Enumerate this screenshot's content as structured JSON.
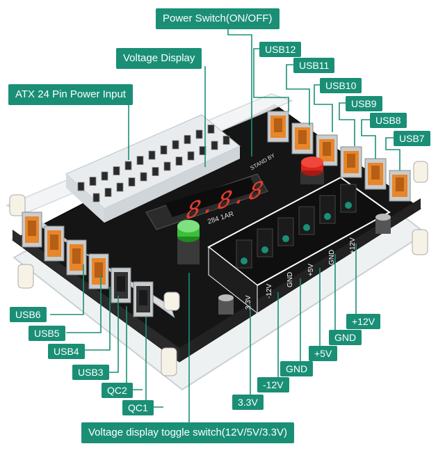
{
  "labels": {
    "power_switch": "Power Switch(ON/OFF)",
    "voltage_display": "Voltage  Display",
    "atx_input": "ATX 24 Pin Power Input",
    "usb12": "USB12",
    "usb11": "USB11",
    "usb10": "USB10",
    "usb9": "USB9",
    "usb8": "USB8",
    "usb7": "USB7",
    "usb6": "USB6",
    "usb5": "USB5",
    "usb4": "USB4",
    "usb3": "USB3",
    "qc2": "QC2",
    "qc1": "QC1",
    "v12": "+12V",
    "gnd_a": "GND",
    "v5": "+5V",
    "gnd_b": "GND",
    "vn12": "-12V",
    "v33": "3.3V",
    "toggle": "Voltage display toggle switch(12V/5V/3.3V)"
  },
  "board": {
    "display_reading": "8.8.8",
    "display_small": "284  1AR",
    "terminals": [
      "3.3V",
      "-12V",
      "GND",
      "+5V",
      "GND",
      "+12V"
    ],
    "stand_by": "STAND BY"
  },
  "colors": {
    "label_bg": "#1a8f76",
    "pcb": "#151515",
    "usb_orange": "#e8862b",
    "button_red": "#d9261c",
    "button_green": "#3bbf3b",
    "display_red": "#e23b2e"
  }
}
